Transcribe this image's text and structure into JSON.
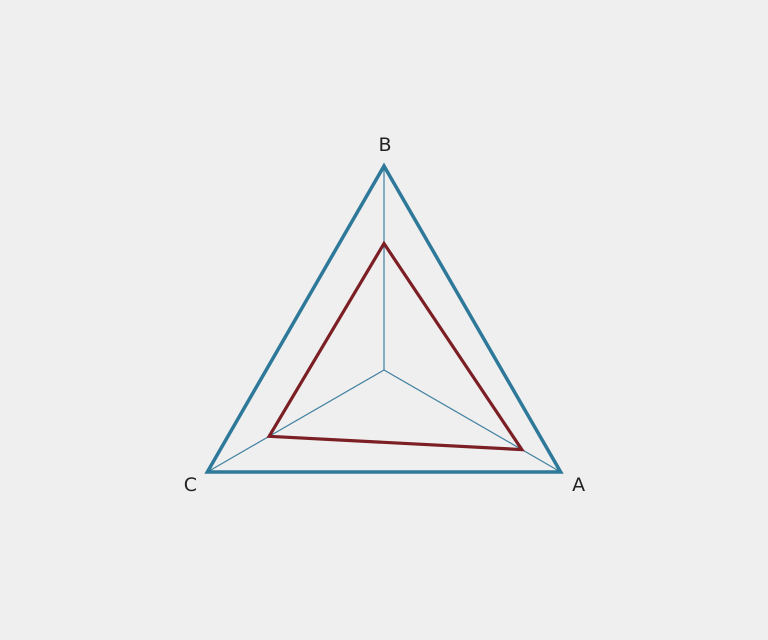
{
  "chart_data": {
    "type": "radar",
    "axes": [
      "A",
      "B",
      "C"
    ],
    "rmax": 1.0,
    "series": [
      {
        "values": [
          0.78,
          0.62,
          0.65
        ],
        "color": "#7b1f24"
      }
    ],
    "colors": {
      "outline": "#2e7899",
      "spoke": "#3f7fa0",
      "background": "#efefef",
      "label": "#222222"
    },
    "grid": false,
    "legend": "none"
  }
}
